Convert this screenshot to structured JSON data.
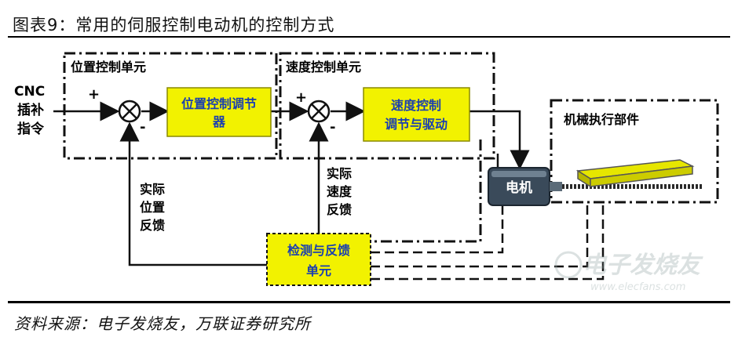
{
  "title": "图表9：常用的伺服控制电动机的控制方式",
  "source": "资料来源：电子发烧友，万联证券研究所",
  "diagram": {
    "input_label_1": "CNC",
    "input_label_2": "插补",
    "input_label_3": "指令",
    "plus_sign": "+",
    "minus_sign": "-",
    "position_unit_label": "位置控制单元",
    "speed_unit_label": "速度控制单元",
    "position_regulator_line1": "位置控制调节",
    "position_regulator_line2": "器",
    "speed_regulator_line1": "速度控制",
    "speed_regulator_line2": "调节与驱动",
    "actual_position_line1": "实际",
    "actual_position_line2": "位置",
    "actual_position_line3": "反馈",
    "actual_speed_line1": "实际",
    "actual_speed_line2": "速度",
    "actual_speed_line3": "反馈",
    "detection_line1": "检测与反馈",
    "detection_line2": "单元",
    "motor_label": "电机",
    "machine_label": "机械执行部件",
    "watermark_cn": "电子发烧友",
    "watermark_url": "www.elecfans.com",
    "colors": {
      "block_fill": "#f2f200",
      "block_text": "#1a3fb0",
      "motor": "#3a4a5a"
    }
  }
}
